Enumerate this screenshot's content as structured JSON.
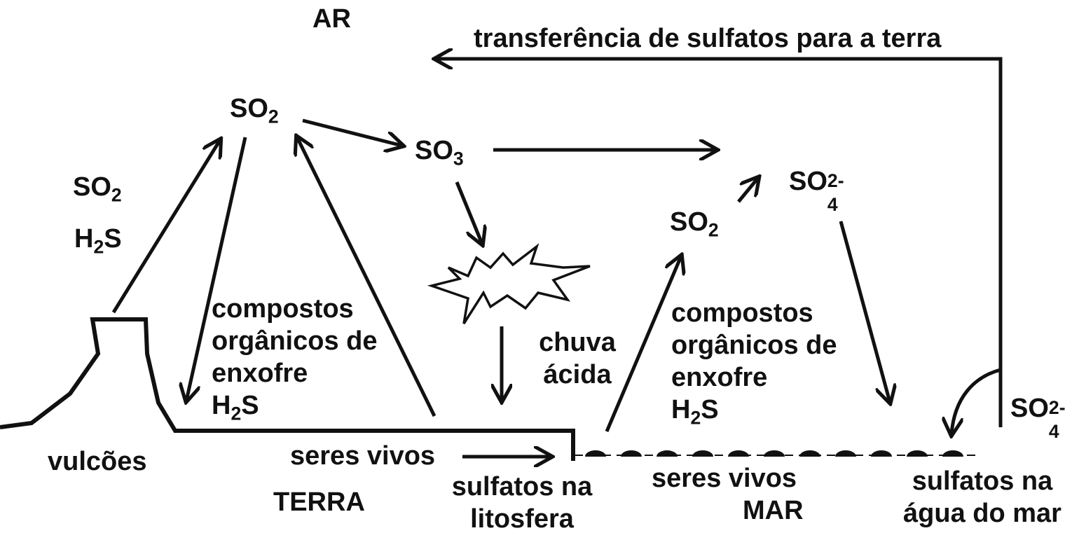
{
  "labels": {
    "ar": "AR",
    "transfer": "transferência de sulfatos para a terra",
    "so2_top": {
      "base": "SO",
      "sub": "2"
    },
    "so3": {
      "base": "SO",
      "sub": "3"
    },
    "so4_mid": {
      "base": "SO",
      "sub": "4",
      "sup": "2-"
    },
    "so2_left": {
      "base": "SO",
      "sub": "2"
    },
    "h2s_left": {
      "base": "H",
      "sub": "2",
      "tail": "S"
    },
    "so2_right": {
      "base": "SO",
      "sub": "2"
    },
    "organic_left": [
      "compostos",
      "orgânicos de",
      "enxofre"
    ],
    "h2s_organic_left": {
      "base": "H",
      "sub": "2",
      "tail": "S"
    },
    "organic_right": [
      "compostos",
      "orgânicos de",
      "enxofre"
    ],
    "h2s_organic_right": {
      "base": "H",
      "sub": "2",
      "tail": "S"
    },
    "acid_rain": [
      "chuva",
      "ácida"
    ],
    "volcanoes": "vulcões",
    "living_land": "seres vivos",
    "land": "TERRA",
    "sulfates_litho": [
      "sulfatos na",
      "litosfera"
    ],
    "living_sea": "seres vivos",
    "sea": "MAR",
    "sulfates_sea": [
      "sulfatos na",
      "água do mar"
    ],
    "so4_right": {
      "base": "SO",
      "sub": "4",
      "sup": "2-"
    }
  }
}
